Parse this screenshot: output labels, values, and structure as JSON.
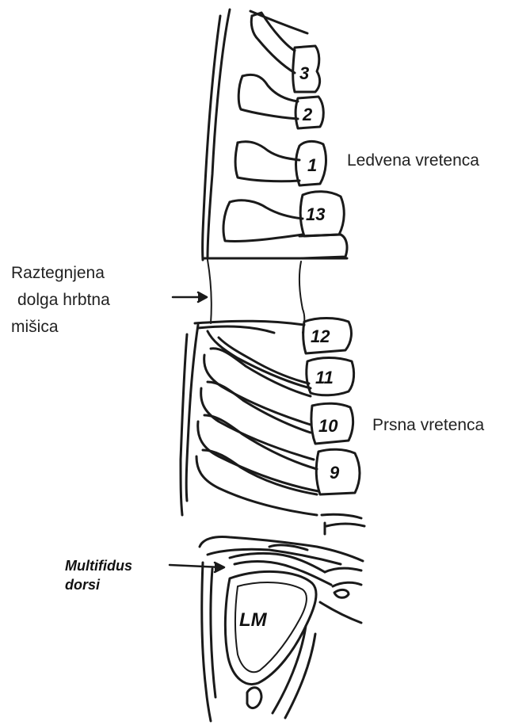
{
  "labels": {
    "lumbar": "Ledvena vretenca",
    "stretched_muscle": [
      "Raztegnjena",
      "dolga hrbtna",
      "mišica"
    ],
    "thoracic": "Prsna vretenca",
    "multifidus": [
      "Multifidus",
      "dorsi"
    ],
    "lm": "LM"
  },
  "vertebrae": {
    "lumbar": [
      "3",
      "2",
      "1"
    ],
    "thoracic": [
      "13",
      "12",
      "11",
      "10",
      "9"
    ]
  },
  "colors": {
    "line": "#1a1a1a",
    "text": "#222222",
    "background": "#ffffff"
  }
}
